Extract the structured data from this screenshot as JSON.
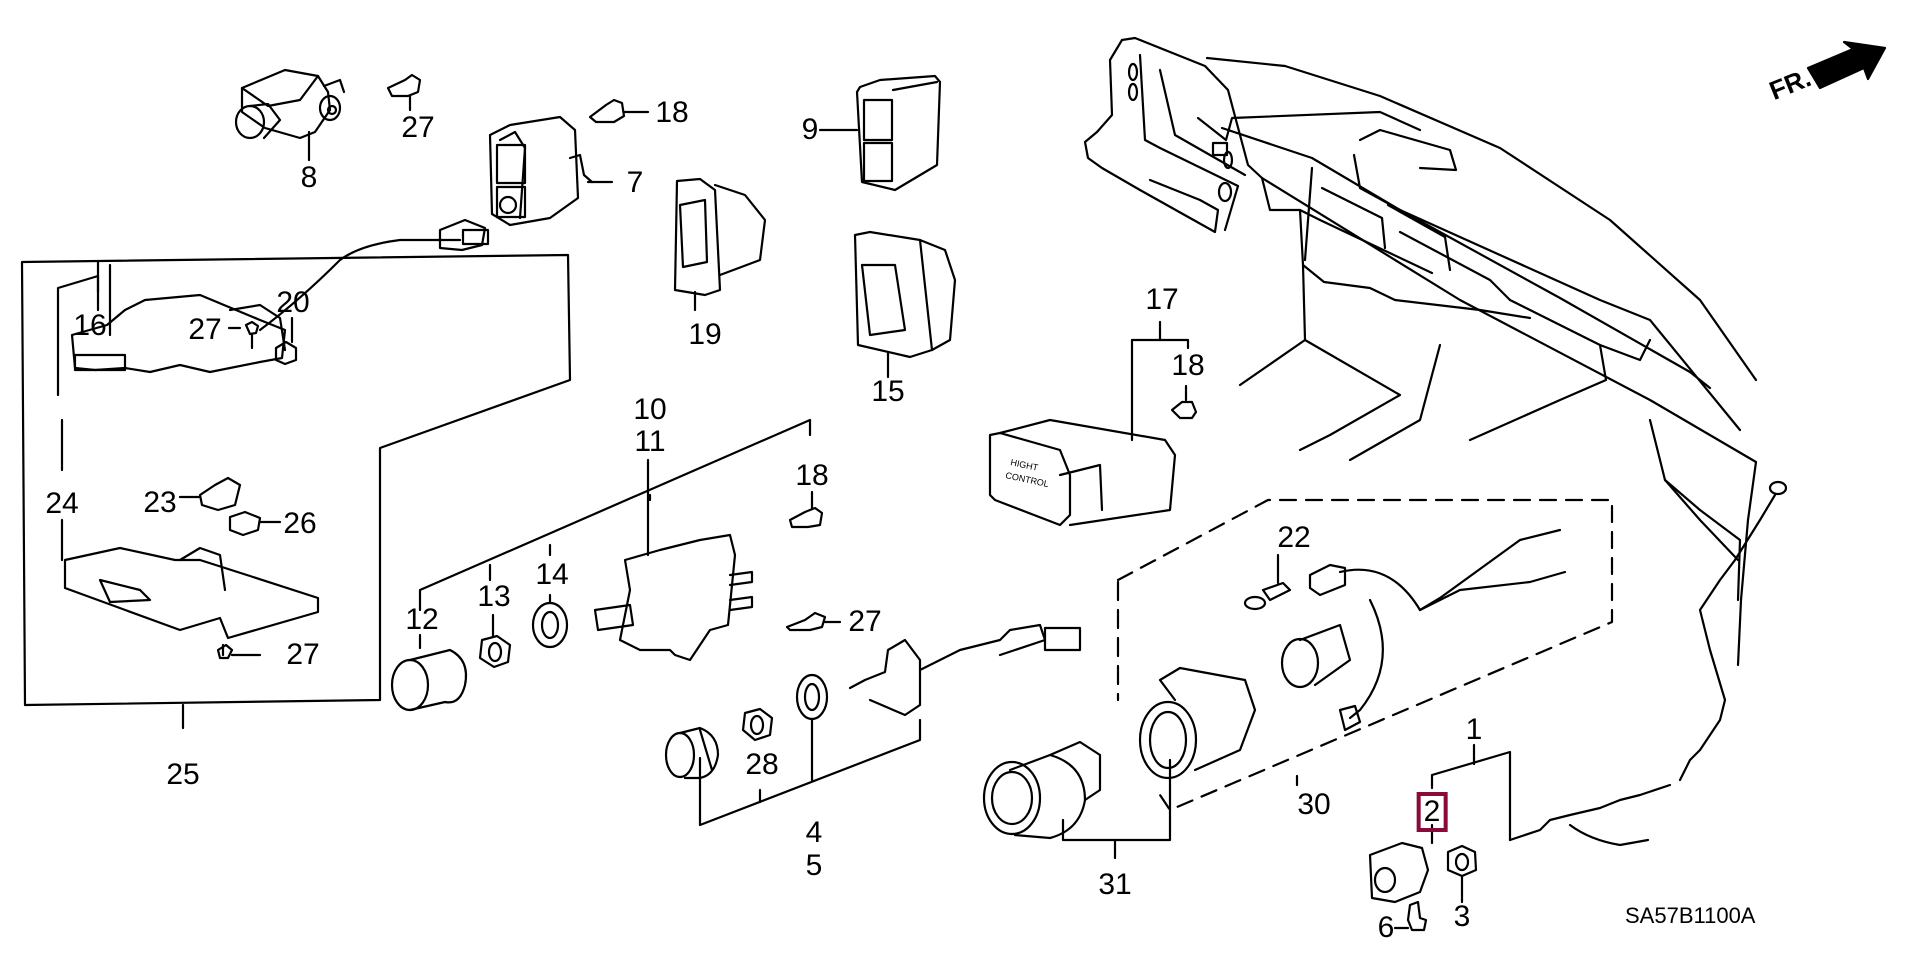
{
  "diagram": {
    "title": "Switch / Cigarette Lighter Parts Diagram",
    "reference_code": "SA57B1100A",
    "direction_indicator": "FR.",
    "highlight_color": "#8b0a3a",
    "selected_callout": "2",
    "callouts": {
      "c1": "1",
      "c2": "2",
      "c3": "3",
      "c4": "4",
      "c5": "5",
      "c6": "6",
      "c7": "7",
      "c8": "8",
      "c9": "9",
      "c10": "10",
      "c11": "11",
      "c12": "12",
      "c13": "13",
      "c14": "14",
      "c15": "15",
      "c16": "16",
      "c17": "17",
      "c18a": "18",
      "c18b": "18",
      "c18c": "18",
      "c19": "19",
      "c20": "20",
      "c22": "22",
      "c23": "23",
      "c24": "24",
      "c25": "25",
      "c26": "26",
      "c27a": "27",
      "c27b": "27",
      "c27c": "27",
      "c27d": "27",
      "c28": "28",
      "c30": "30",
      "c31": "31"
    },
    "part_labels": {
      "height_control_line1": "HIGHT",
      "height_control_line2": "CONTROL"
    }
  }
}
